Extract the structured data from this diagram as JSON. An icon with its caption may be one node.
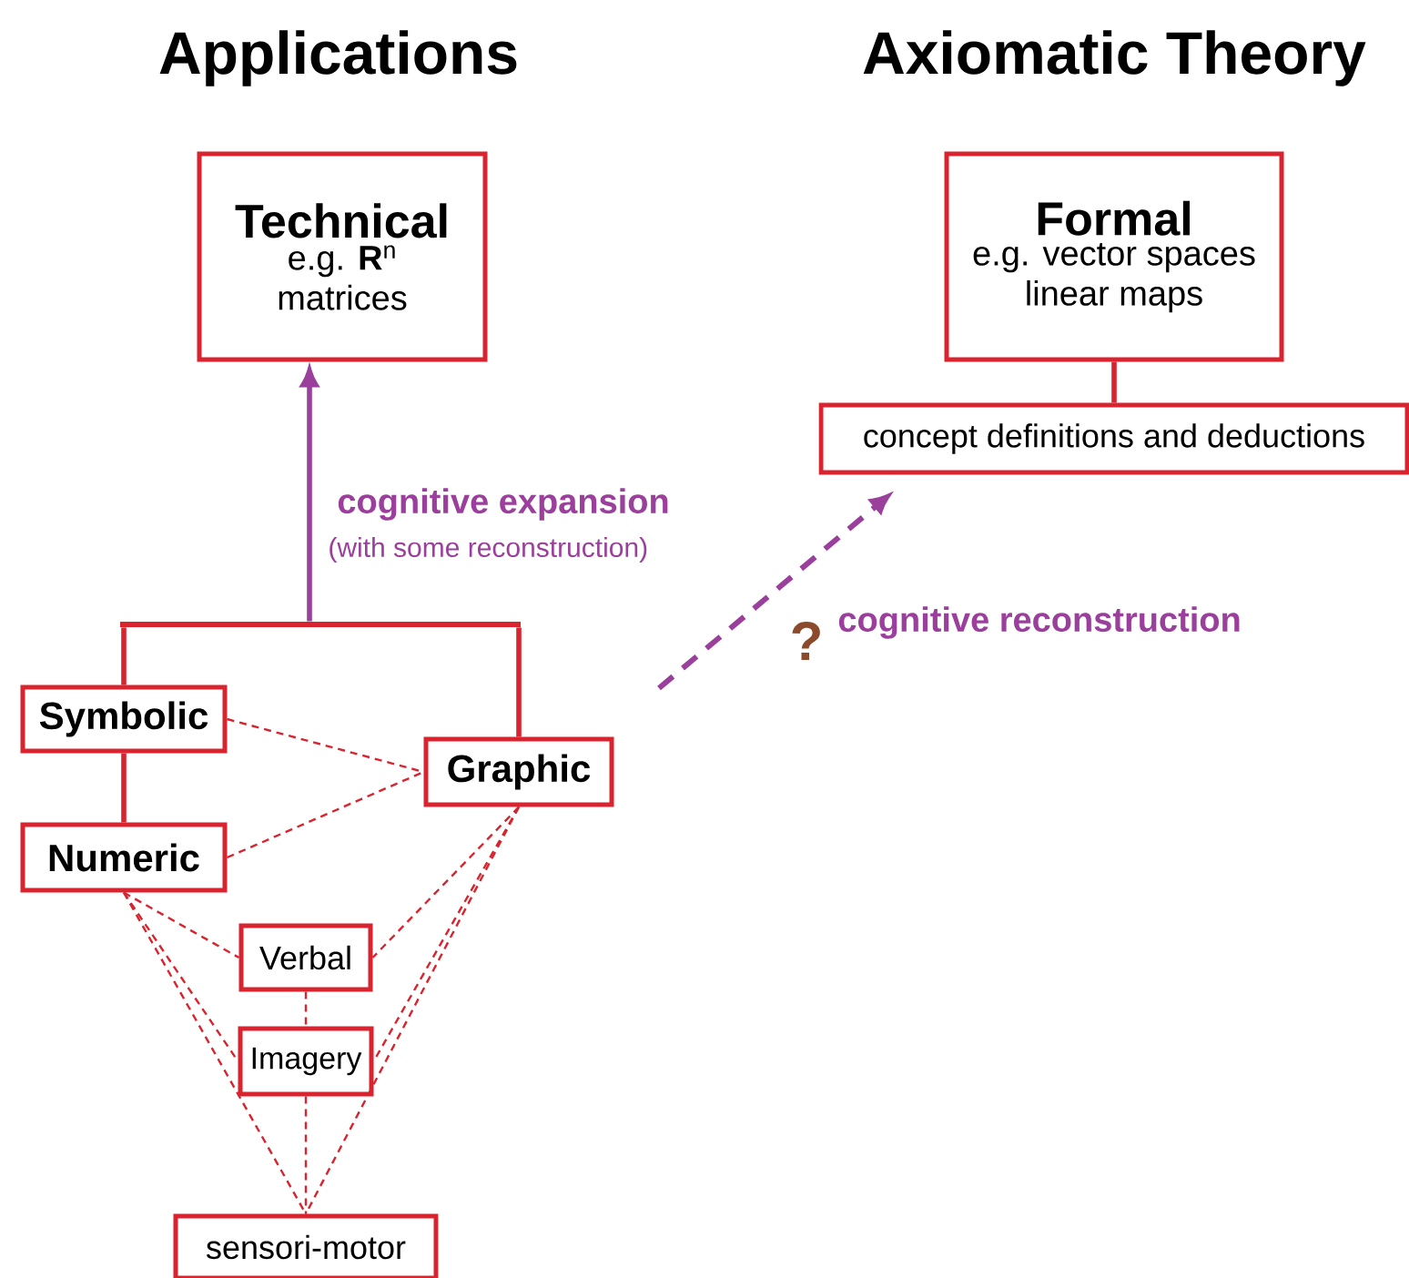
{
  "diagram": {
    "nodes": [
      {
        "text": [
          "Technical",
          "e.g. **R**$^{n}$ matrices"
        ]
      },
      {
        "text": [
          "Formal",
          "e.g. vector spaces linear maps"
        ]
      },
      {
        "text": [
          "concept definitions and deductions"
        ]
      },
      {
        "text": [
          "Symbolic"
        ]
      },
      {
        "text": [
          "Graphic"
        ]
      },
      {
        "text": [
          "Numeric"
        ]
      },
      {
        "text": [
          "Verbal"
        ]
      },
      {
        "text": [
          "Imagery"
        ]
      },
      {
        "text": [
          "sensori-motor"
        ]
      },
      {
        "text": [],
        "shape": "bar"
      }
    ],
    "edges": [
      {
        "from": 3,
        "to": 9,
        "arrow": "none",
        "style": "thick"
      },
      {
        "from": 4,
        "to": 9,
        "arrow": "none",
        "style": "thick"
      },
      {
        "from": 9,
        "to": 0,
        "arrow": "to",
        "style": "thick",
        "color": "#9b3f9c",
        "label": "cognitive expansion"
      },
      {
        "from": 3,
        "to": 5,
        "arrow": "none",
        "style": "thick"
      },
      {
        "from": 1,
        "to": 2,
        "arrow": "none",
        "style": "thick"
      },
      {
        "from": 3,
        "to": 4,
        "arrow": "none",
        "style": "dashed"
      },
      {
        "from": 5,
        "to": 4,
        "arrow": "none",
        "style": "dashed"
      },
      {
        "from": 5,
        "to": 6,
        "arrow": "none",
        "style": "dashed"
      },
      {
        "from": 5,
        "to": 7,
        "arrow": "none",
        "style": "dashed"
      },
      {
        "from": 5,
        "to": 8,
        "arrow": "none",
        "style": "dashed"
      },
      {
        "from": 4,
        "to": 6,
        "arrow": "none",
        "style": "dashed"
      },
      {
        "from": 4,
        "to": 7,
        "arrow": "none",
        "style": "dashed"
      },
      {
        "from": 4,
        "to": 8,
        "arrow": "none",
        "style": "dashed"
      },
      {
        "from": 6,
        "to": 7,
        "arrow": "none",
        "style": "dashed"
      },
      {
        "from": 7,
        "to": 8,
        "arrow": "none",
        "style": "dashed"
      },
      {
        "from": null,
        "to": 2,
        "arrow": "to",
        "style": "dashed",
        "color": "#9b3f9c",
        "label": "cognitive reconstruction"
      }
    ],
    "labels": [
      "Applications",
      "Axiomatic Theory",
      "(with some reconstruction)",
      "?"
    ]
  }
}
